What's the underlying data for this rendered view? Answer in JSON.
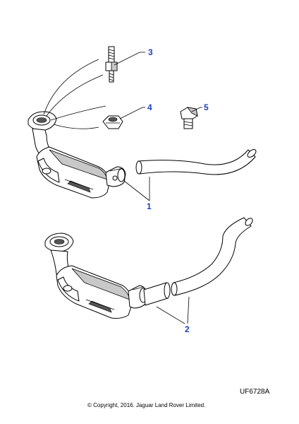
{
  "callouts": {
    "c1": "1",
    "c2": "2",
    "c3": "3",
    "c4": "4",
    "c5": "5"
  },
  "figure_code": "UF6728A",
  "copyright": "© Copyright, 2016. Jaguar Land Rover Limited.",
  "colors": {
    "callout": "#1f3fbf",
    "line": "#000000",
    "shade": "#c8c8c8"
  }
}
